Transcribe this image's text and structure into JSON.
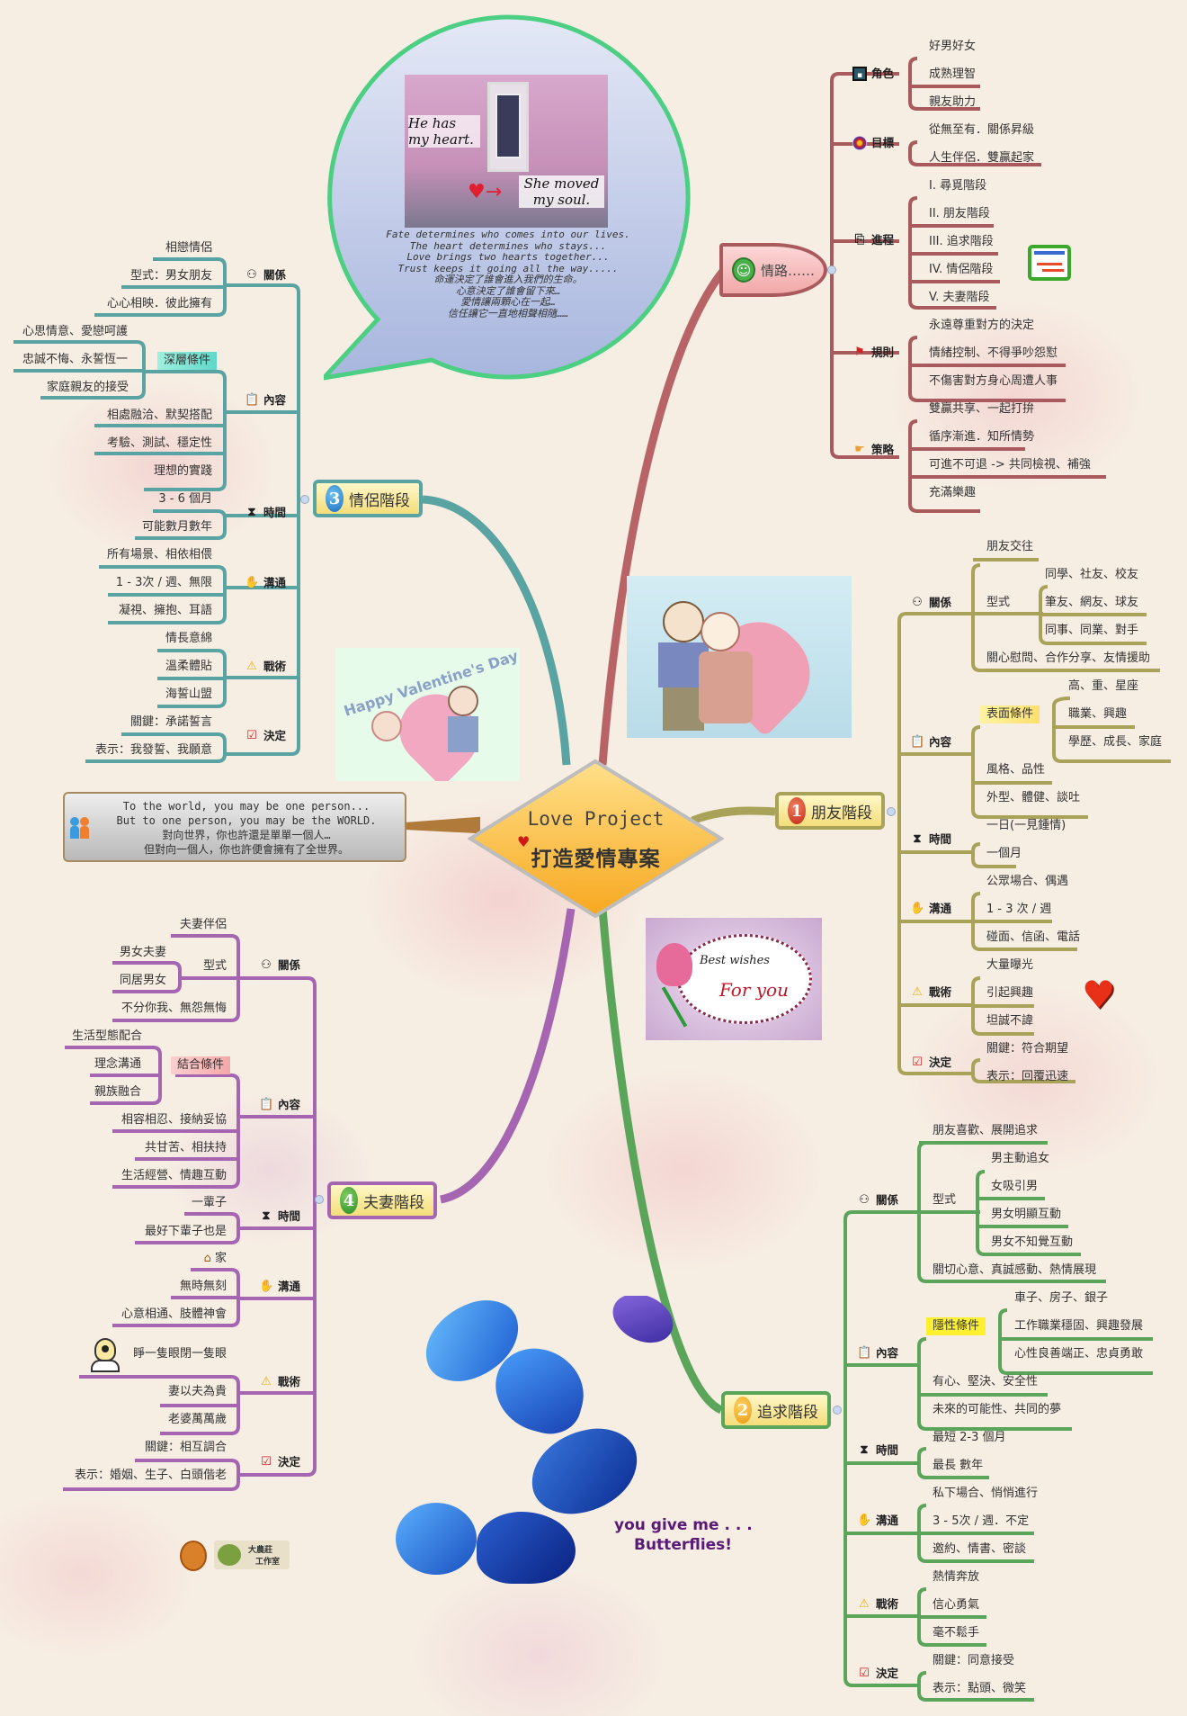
{
  "center": {
    "title_en": "Love Project",
    "title_zh": "打造愛情專案",
    "heart_icon": "heart-icon"
  },
  "quote_box": {
    "lines": [
      "To the world, you may be one person...",
      "But to one person, you may be the WORLD.",
      "對向世界，你也許還是單單一個人…",
      "但對向一個人，你也許便會擁有了全世界。"
    ],
    "icon": "users-icon"
  },
  "speech_bubble": {
    "image_text": [
      "He has my heart.",
      "She moved my soul."
    ],
    "lines": [
      "Fate determines who comes into our lives.",
      "The heart determines who stays...",
      "Love brings two hearts together...",
      "Trust keeps it going all the way.....",
      "命運決定了誰會進入我們的生命。",
      "心意決定了誰會留下來…",
      "愛情讓兩顆心在一起…",
      "信任讓它一直地相聲相隨……"
    ]
  },
  "branches": {
    "route": {
      "label": "情路……",
      "icon": "smiley-icon",
      "color": "#a85a5c",
      "categories": [
        {
          "label": "角色",
          "icon": "portrait-icon",
          "items": [
            "好男好女",
            "成熟理智",
            "親友助力"
          ]
        },
        {
          "label": "目標",
          "icon": "target-icon",
          "items": [
            "從無至有．關係昇級",
            "人生伴侶．雙贏起家"
          ]
        },
        {
          "label": "進程",
          "icon": "process-icon",
          "items": [
            "I. 尋覓階段",
            "II. 朋友階段",
            "III. 追求階段",
            "IV. 情侶階段",
            "V. 夫妻階段"
          ]
        },
        {
          "label": "規則",
          "icon": "flag-icon",
          "items": [
            "永遠尊重對方的決定",
            "情緒控制、不得爭吵怨懟",
            "不傷害對方身心周遭人事"
          ]
        },
        {
          "label": "策略",
          "icon": "pointing-hand-icon",
          "items": [
            "雙贏共享、一起打拚",
            "循序漸進．知所情勢",
            "可進不可退 -> 共同檢視、補強",
            "充滿樂趣"
          ]
        }
      ]
    },
    "friend": {
      "label": "朋友階段",
      "number": "1",
      "color": "#a9a35a",
      "categories": [
        {
          "label": "關係",
          "icon": "people-icon",
          "items": [
            "朋友交往",
            {
              "label": "型式",
              "items": [
                "同學、社友、校友",
                "筆友、網友、球友",
                "同事、同業、對手"
              ]
            },
            "關心慰問、合作分享、友情援助"
          ]
        },
        {
          "label": "內容",
          "icon": "clipboard-icon",
          "items": [
            {
              "label": "表面條件",
              "items": [
                "高、重、星座",
                "職業、興趣",
                "學歷、成長、家庭"
              ]
            },
            "風格、品性",
            "外型、體健、談吐"
          ]
        },
        {
          "label": "時間",
          "icon": "hourglass-icon",
          "items": [
            "一日(一見鍾情)",
            "一個月"
          ]
        },
        {
          "label": "溝通",
          "icon": "handshake-icon",
          "items": [
            "公眾場合、偶遇",
            "1 - 3 次 / 週",
            "碰面、信函、電話"
          ]
        },
        {
          "label": "戰術",
          "icon": "warning-icon",
          "items": [
            "大量曝光",
            "引起興趣",
            "坦誠不諱"
          ]
        },
        {
          "label": "決定",
          "icon": "checkbox-icon",
          "items": [
            "關鍵：符合期望",
            "表示：回覆迅速"
          ]
        }
      ]
    },
    "pursuit": {
      "label": "追求階段",
      "number": "2",
      "color": "#5aa55a",
      "categories": [
        {
          "label": "關係",
          "icon": "people-icon",
          "items": [
            "朋友喜歡、展開追求",
            {
              "label": "型式",
              "items": [
                "男主動追女",
                "女吸引男",
                "男女明顯互動",
                "男女不知覺互動"
              ]
            },
            "關切心意、真誠感動、熱情展現"
          ]
        },
        {
          "label": "內容",
          "icon": "clipboard-icon",
          "items": [
            {
              "label": "隱性條件",
              "items": [
                "車子、房子、銀子",
                "工作職業穩固、興趣發展",
                "心性良善端正、忠貞勇敢"
              ]
            },
            "有心、堅決、安全性",
            "未來的可能性、共同的夢"
          ]
        },
        {
          "label": "時間",
          "icon": "hourglass-icon",
          "items": [
            "最短 2-3 個月",
            "最長 數年"
          ]
        },
        {
          "label": "溝通",
          "icon": "handshake-icon",
          "items": [
            "私下場合、悄悄進行",
            "3 - 5次 / 週．不定",
            "邀約、情書、密談"
          ]
        },
        {
          "label": "戰術",
          "icon": "warning-icon",
          "items": [
            "熱情奔放",
            "信心勇氣",
            "毫不鬆手"
          ]
        },
        {
          "label": "決定",
          "icon": "checkbox-icon",
          "items": [
            "關鍵：同意接受",
            "表示：點頭、微笑"
          ]
        }
      ]
    },
    "couple": {
      "label": "情侶階段",
      "number": "3",
      "color": "#5aa3a3",
      "categories": [
        {
          "label": "關係",
          "icon": "people-icon",
          "items": [
            "相戀情侶",
            "型式：男女朋友",
            "心心相映．彼此擁有"
          ]
        },
        {
          "label": "內容",
          "icon": "clipboard-icon",
          "items": [
            {
              "label": "深層條件",
              "items": [
                "心思情意、愛戀呵護",
                "忠誠不悔、永誓恆一",
                "家庭親友的接受"
              ]
            },
            "相處融洽、默契搭配",
            "考驗、測試、穩定性",
            "理想的實踐"
          ]
        },
        {
          "label": "時間",
          "icon": "hourglass-icon",
          "items": [
            "3 - 6 個月",
            "可能數月數年"
          ]
        },
        {
          "label": "溝通",
          "icon": "handshake-icon",
          "items": [
            "所有場景、相依相偎",
            "1 - 3次 / 週、無限",
            "凝視、擁抱、耳語"
          ]
        },
        {
          "label": "戰術",
          "icon": "warning-icon",
          "items": [
            "情長意綿",
            "溫柔體貼",
            "海誓山盟"
          ]
        },
        {
          "label": "決定",
          "icon": "checkbox-icon",
          "items": [
            "關鍵：承諾誓言",
            "表示：我發誓、我願意"
          ]
        }
      ]
    },
    "marriage": {
      "label": "夫妻階段",
      "number": "4",
      "color": "#a565b0",
      "categories": [
        {
          "label": "關係",
          "icon": "people-icon",
          "items": [
            "夫妻伴侶",
            {
              "label": "型式",
              "items": [
                "男女夫妻",
                "同居男女"
              ]
            },
            "不分你我、無怨無悔"
          ]
        },
        {
          "label": "內容",
          "icon": "clipboard-icon",
          "items": [
            {
              "label": "結合條件",
              "items": [
                "生活型態配合",
                "理念溝通",
                "親族融合"
              ]
            },
            "相容相忍、接納妥協",
            "共甘苦、相扶持",
            "生活經營、情趣互動"
          ]
        },
        {
          "label": "時間",
          "icon": "hourglass-icon",
          "items": [
            "一輩子",
            "最好下輩子也是"
          ]
        },
        {
          "label": "溝通",
          "icon": "handshake-icon",
          "items": [
            "家",
            "無時無刻",
            "心意相通、肢體神會"
          ]
        },
        {
          "label": "戰術",
          "icon": "warning-icon",
          "items": [
            "睜一隻眼閉一隻眼",
            "妻以夫為貴",
            "老婆萬萬歲"
          ]
        },
        {
          "label": "決定",
          "icon": "checkbox-icon",
          "items": [
            "關鍵：相互調合",
            "表示：婚姻、生子、白頭偕老"
          ]
        }
      ]
    }
  },
  "images": {
    "valentine": "Happy Valentine's Day",
    "best_wishes": [
      "Best wishes",
      "For you"
    ],
    "butterflies": [
      "you give me . . .",
      "Butterflies!"
    ],
    "studio_logo": [
      "大農莊",
      "工作室"
    ]
  }
}
